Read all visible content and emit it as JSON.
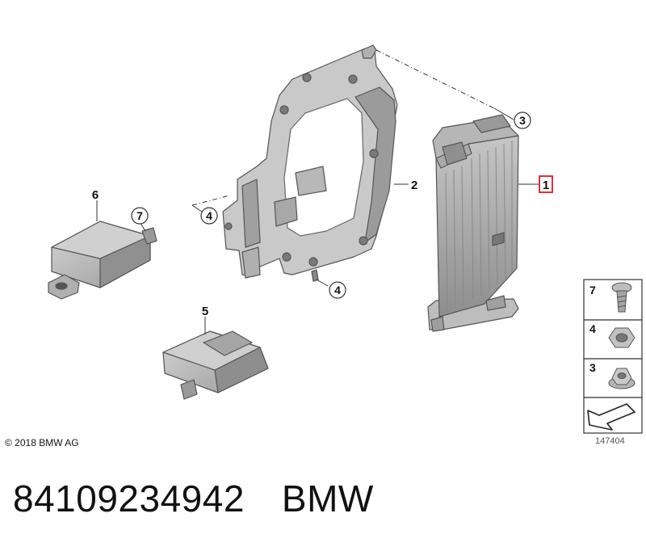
{
  "diagram": {
    "callouts": {
      "part1": "1",
      "part2": "2",
      "part3": "3",
      "part4a": "4",
      "part4b": "4",
      "part5": "5",
      "part6": "6",
      "part7": "7"
    },
    "legend": [
      {
        "number": "7",
        "icon": "screw-icon"
      },
      {
        "number": "4",
        "icon": "hex-nut-icon"
      },
      {
        "number": "3",
        "icon": "flange-nut-icon"
      }
    ],
    "legend_arrow_icon": "arrow-icon",
    "copyright": "© 2018 BMW AG",
    "reference_code": "147404",
    "highlight_color": "#e0303a"
  },
  "footer": {
    "part_number": "84109234942",
    "brand": "BMW"
  }
}
